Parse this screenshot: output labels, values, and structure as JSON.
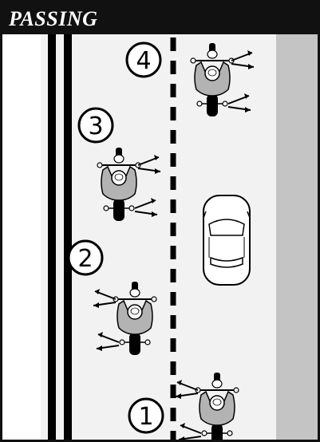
{
  "title": "PASSING",
  "steps": [
    {
      "number": "1"
    },
    {
      "number": "2"
    },
    {
      "number": "3"
    },
    {
      "number": "4"
    }
  ],
  "colors": {
    "road": "#f2f2f2",
    "shoulder": "#c4c4c4",
    "lines": "#000000",
    "rider": "#b3b3b3",
    "header": "#111111"
  },
  "icons": [
    "motorcycle-icon",
    "car-icon",
    "mirror-sightline-arrow-icon"
  ]
}
